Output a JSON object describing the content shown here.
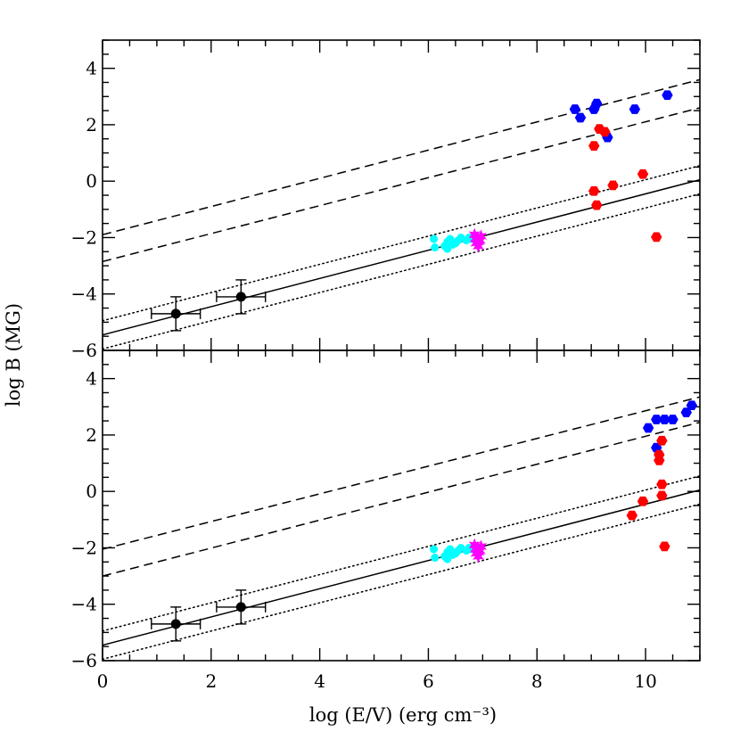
{
  "chart_data": [
    {
      "panel": "top",
      "type": "scatter",
      "xlabel": "log (E/V) (erg cm⁻³)",
      "ylabel": "log B (MG)",
      "xlim": [
        0,
        11
      ],
      "ylim": [
        -6,
        5
      ],
      "xticks": [
        0,
        2,
        4,
        6,
        8,
        10
      ],
      "yticks": [
        -6,
        -4,
        -2,
        0,
        2,
        4
      ],
      "lines": [
        {
          "style": "solid",
          "x": [
            0,
            11
          ],
          "y": [
            -5.45,
            0.05
          ]
        },
        {
          "style": "dotted",
          "x": [
            0,
            11
          ],
          "y": [
            -4.95,
            0.55
          ]
        },
        {
          "style": "dotted",
          "x": [
            0,
            11
          ],
          "y": [
            -5.95,
            -0.45
          ]
        },
        {
          "style": "dashed",
          "x": [
            0,
            11
          ],
          "y": [
            -1.9,
            3.6
          ]
        },
        {
          "style": "dashed",
          "x": [
            0,
            11
          ],
          "y": [
            -2.85,
            2.6
          ]
        }
      ],
      "series": [
        {
          "color": "#0000ff",
          "marker": "hexagon",
          "x": [
            8.7,
            8.8,
            9.05,
            9.1,
            9.3,
            9.8,
            10.4
          ],
          "y": [
            2.55,
            2.25,
            2.55,
            2.75,
            1.55,
            2.55,
            3.05
          ]
        },
        {
          "color": "#ff0000",
          "marker": "hexagon",
          "x": [
            9.05,
            9.15,
            9.25,
            9.05,
            9.4,
            9.1,
            9.95,
            10.2
          ],
          "y": [
            1.25,
            1.85,
            1.75,
            -0.35,
            -0.15,
            -0.85,
            0.25,
            -1.98
          ]
        },
        {
          "color": "#00ffff",
          "marker": "dot",
          "x": [
            6.1,
            6.12,
            6.3,
            6.35,
            6.4,
            6.5,
            6.55,
            6.6,
            6.7,
            6.75,
            6.8,
            6.35,
            6.45
          ],
          "y": [
            -2.05,
            -2.35,
            -2.3,
            -2.15,
            -2.05,
            -2.2,
            -2.1,
            -2.0,
            -2.1,
            -2.0,
            -2.05,
            -2.4,
            -2.25
          ]
        },
        {
          "color": "#ff00ff",
          "marker": "star",
          "x": [
            6.85,
            6.9,
            6.95,
            6.88,
            6.92,
            6.97,
            6.87,
            6.93
          ],
          "y": [
            -1.9,
            -2.0,
            -2.1,
            -2.2,
            -2.3,
            -1.95,
            -2.05,
            -2.15
          ]
        },
        {
          "color": "#000000",
          "marker": "dot",
          "errorbars": true,
          "x": [
            1.35,
            2.55
          ],
          "y": [
            -4.7,
            -4.1
          ],
          "xerr": [
            0.45,
            0.45
          ],
          "yerr": [
            0.6,
            0.6
          ]
        }
      ]
    },
    {
      "panel": "bottom",
      "type": "scatter",
      "xlabel": "log (E/V) (erg cm⁻³)",
      "ylabel": "log B (MG)",
      "xlim": [
        0,
        11
      ],
      "ylim": [
        -6,
        5
      ],
      "xticks": [
        0,
        2,
        4,
        6,
        8,
        10
      ],
      "yticks": [
        -6,
        -4,
        -2,
        0,
        2,
        4
      ],
      "lines": [
        {
          "style": "solid",
          "x": [
            0,
            11
          ],
          "y": [
            -5.45,
            0.05
          ]
        },
        {
          "style": "dotted",
          "x": [
            0,
            11
          ],
          "y": [
            -4.95,
            0.55
          ]
        },
        {
          "style": "dotted",
          "x": [
            0,
            11
          ],
          "y": [
            -5.95,
            -0.45
          ]
        },
        {
          "style": "dashed",
          "x": [
            0,
            11
          ],
          "y": [
            -2.05,
            3.35
          ]
        },
        {
          "style": "dashed",
          "x": [
            0,
            11
          ],
          "y": [
            -3.0,
            2.45
          ]
        }
      ],
      "series": [
        {
          "color": "#0000ff",
          "marker": "hexagon",
          "x": [
            10.05,
            10.2,
            10.35,
            10.5,
            10.75,
            10.85,
            10.2
          ],
          "y": [
            2.25,
            2.55,
            2.55,
            2.55,
            2.8,
            3.05,
            1.55
          ]
        },
        {
          "color": "#ff0000",
          "marker": "hexagon",
          "x": [
            10.3,
            10.25,
            10.25,
            10.3,
            10.3,
            9.95,
            9.75,
            10.35
          ],
          "y": [
            1.8,
            1.3,
            1.1,
            0.25,
            -0.15,
            -0.35,
            -0.85,
            -1.95
          ]
        },
        {
          "color": "#00ffff",
          "marker": "dot",
          "x": [
            6.1,
            6.12,
            6.3,
            6.35,
            6.4,
            6.5,
            6.55,
            6.6,
            6.7,
            6.75,
            6.8,
            6.35,
            6.45
          ],
          "y": [
            -2.05,
            -2.35,
            -2.3,
            -2.15,
            -2.05,
            -2.2,
            -2.1,
            -2.0,
            -2.1,
            -2.0,
            -2.05,
            -2.4,
            -2.25
          ]
        },
        {
          "color": "#ff00ff",
          "marker": "star",
          "x": [
            6.85,
            6.9,
            6.95,
            6.88,
            6.92,
            6.97,
            6.87,
            6.93
          ],
          "y": [
            -1.9,
            -2.0,
            -2.1,
            -2.2,
            -2.3,
            -1.95,
            -2.05,
            -2.15
          ]
        },
        {
          "color": "#000000",
          "marker": "dot",
          "errorbars": true,
          "x": [
            1.35,
            2.55
          ],
          "y": [
            -4.7,
            -4.1
          ],
          "xerr": [
            0.45,
            0.45
          ],
          "yerr": [
            0.6,
            0.6
          ]
        }
      ]
    }
  ]
}
